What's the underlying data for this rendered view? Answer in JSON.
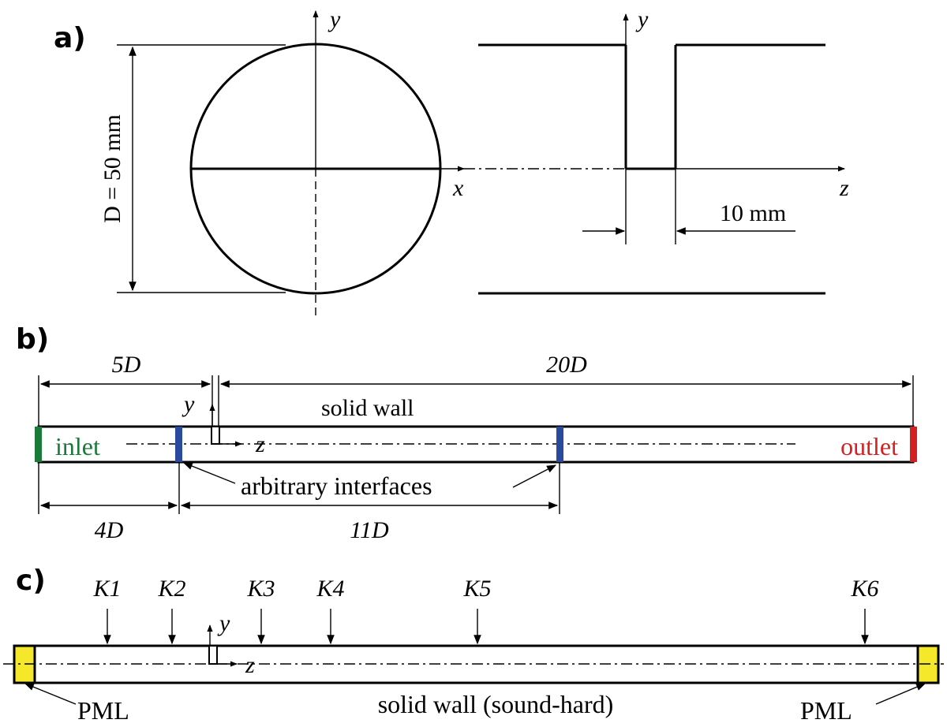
{
  "panels": {
    "a": {
      "label": "a)",
      "dimension_D": "D = 50 mm",
      "axis_y_left": "y",
      "axis_x": "x",
      "axis_y_right": "y",
      "axis_z": "z",
      "slit_width": "10 mm"
    },
    "b": {
      "label": "b)",
      "dim_5D": "5D",
      "dim_20D": "20D",
      "dim_4D": "4D",
      "dim_11D": "11D",
      "axis_y": "y",
      "axis_z": "z",
      "solid_wall": "solid wall",
      "inlet": "inlet",
      "outlet": "outlet",
      "interfaces": "arbitrary interfaces"
    },
    "c": {
      "label": "c)",
      "probes": [
        "K1",
        "K2",
        "K3",
        "K4",
        "K5",
        "K6"
      ],
      "axis_y": "y",
      "axis_z": "z",
      "pml_left": "PML",
      "pml_right": "PML",
      "wall": "solid wall (sound-hard)"
    }
  },
  "colors": {
    "inlet": "#1a7a3a",
    "outlet": "#d42020",
    "interface": "#2a4aa0",
    "pml": "#f5e72a"
  }
}
